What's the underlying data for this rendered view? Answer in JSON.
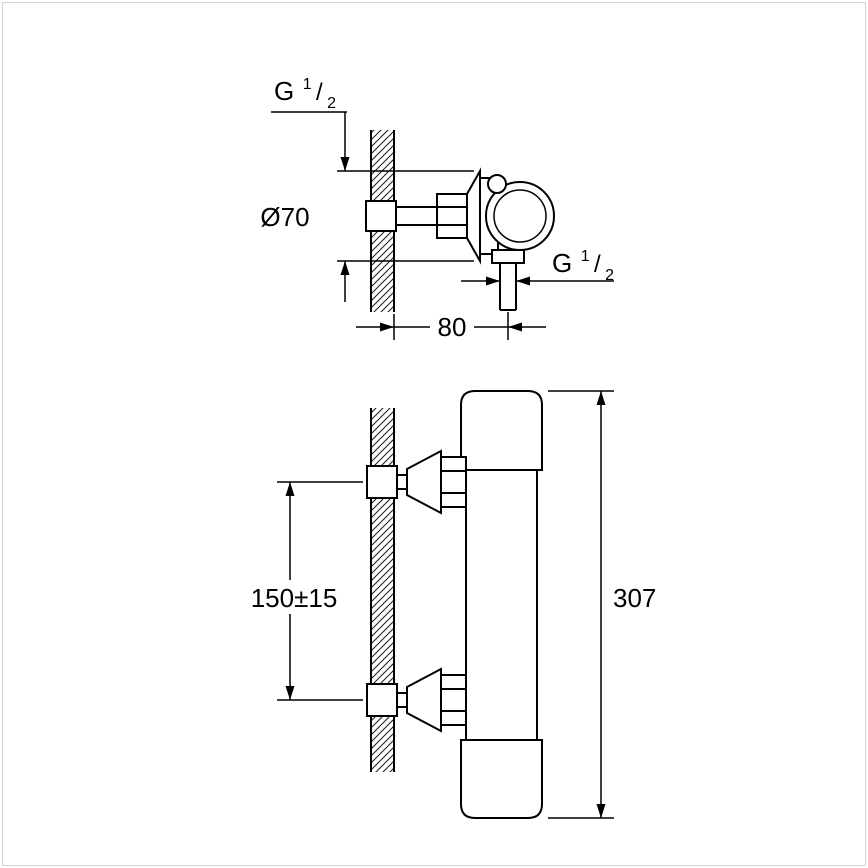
{
  "window": {
    "background": "#ffffff",
    "border_color": "#d4d4d4"
  },
  "drawing": {
    "line_color": "#000000",
    "side_view": {
      "thread_inlet_label": {
        "g": "G",
        "sup": "1",
        "slash": "/",
        "sub": "2"
      },
      "escutcheon_diameter_label": "Ø70",
      "wall_to_outlet_label": "80",
      "thread_outlet_label": {
        "g": "G",
        "sup": "1",
        "slash": "/",
        "sub": "2"
      }
    },
    "front_view": {
      "inlet_spacing_label": "150±15",
      "overall_height_label": "307"
    }
  }
}
